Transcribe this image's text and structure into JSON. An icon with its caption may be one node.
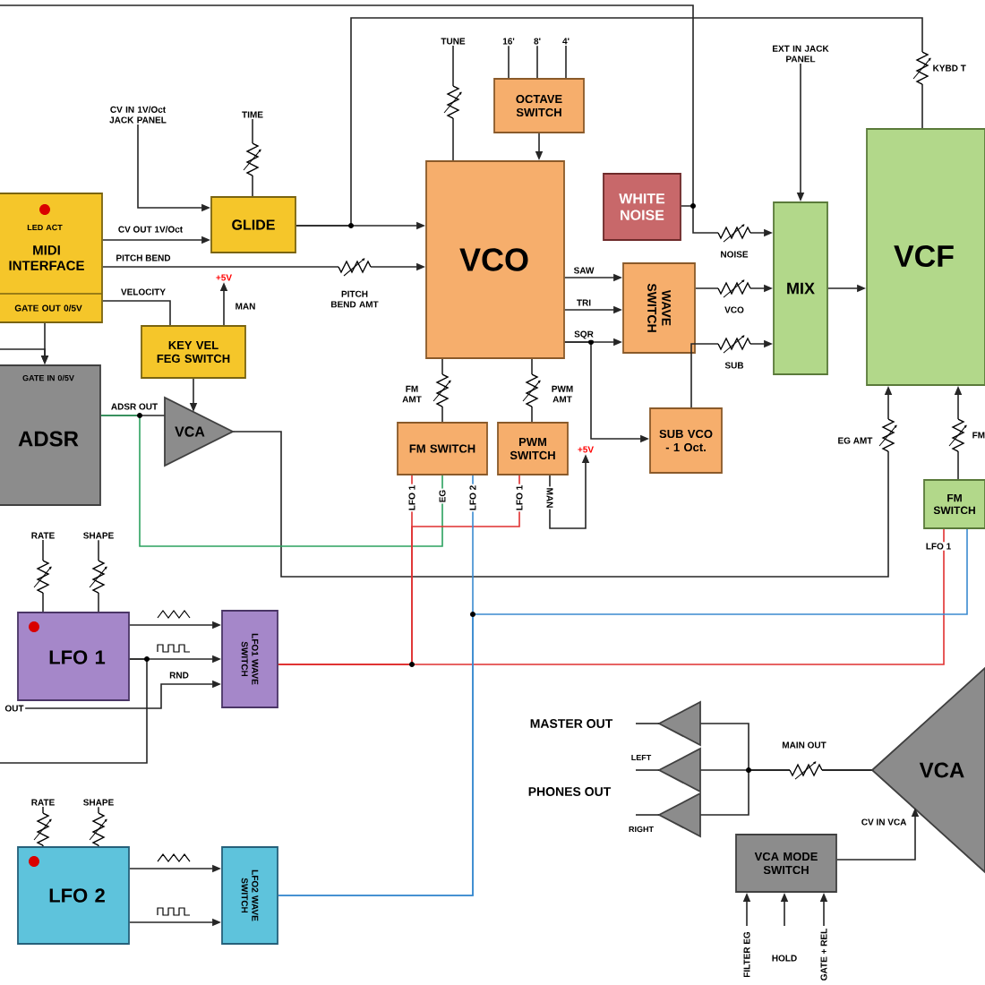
{
  "diagram": {
    "nodes": [
      {
        "text": [
          "LED ACT",
          "MIDI INTERFACE",
          "GATE OUT 0/5V"
        ]
      },
      {
        "text": [
          "GLIDE"
        ]
      },
      {
        "text": [
          "VCO"
        ]
      },
      {
        "text": [
          "OCTAVE SWITCH"
        ]
      },
      {
        "text": [
          "WHITE NOISE"
        ]
      },
      {
        "text": [
          "WAVE SWITCH"
        ]
      },
      {
        "text": [
          "MIX"
        ]
      },
      {
        "text": [
          "VCF"
        ]
      },
      {
        "text": [
          "KEY VEL FEG SWITCH"
        ]
      },
      {
        "text": [
          "GATE IN 0/5V",
          "ADSR"
        ]
      },
      {
        "text": [
          "VCA"
        ]
      },
      {
        "text": [
          "FM SWITCH"
        ]
      },
      {
        "text": [
          "PWM SWITCH"
        ]
      },
      {
        "text": [
          "SUB VCO - 1 Oct."
        ]
      },
      {
        "text": [
          "FM SWITCH"
        ]
      },
      {
        "text": [
          "LFO 1"
        ]
      },
      {
        "text": [
          "LFO1 WAVE SWITCH"
        ]
      },
      {
        "text": [
          "LFO 2"
        ]
      },
      {
        "text": [
          "LFO2 WAVE SWITCH"
        ]
      },
      {
        "text": [
          "VCA"
        ]
      },
      {
        "text": [
          "VCA MODE SWITCH"
        ]
      },
      {
        "text": [],
        "shape": "triangle",
        "beside": [
          "MASTER OUT"
        ]
      },
      {
        "text": [],
        "shape": "triangle",
        "beside": [
          "LEFT"
        ]
      },
      {
        "text": [],
        "shape": "triangle",
        "beside": [
          "RIGHT"
        ]
      },
      {
        "text": [
          "CV IN 1V/Oct JACK PANEL"
        ]
      },
      {
        "text": [
          "EXT IN JACK PANEL"
        ]
      },
      {
        "text": [
          "+5V"
        ]
      },
      {
        "text": [
          "+5V"
        ]
      },
      {
        "text": [
          "OUT"
        ]
      },
      {
        "text": [
          "TUNE"
        ]
      },
      {
        "text": [
          "16'"
        ]
      },
      {
        "text": [
          "8'"
        ]
      },
      {
        "text": [
          "4'"
        ]
      },
      {
        "text": [
          "TIME"
        ]
      },
      {
        "text": [
          "RATE"
        ]
      },
      {
        "text": [
          "SHAPE"
        ]
      },
      {
        "text": [
          "RATE"
        ]
      },
      {
        "text": [
          "SHAPE"
        ]
      }
    ],
    "edges": [
      {
        "from": 24,
        "to": 1,
        "arrow": "to"
      },
      {
        "from": 0,
        "to": 1,
        "arrow": "to",
        "label": "CV OUT 1V/Oct"
      },
      {
        "from": 1,
        "to": 2,
        "arrow": "to"
      },
      {
        "from": 1,
        "to": 7,
        "arrow": "none"
      },
      {
        "from": 0,
        "to": 2,
        "arrow": "to",
        "label": "PITCH BEND"
      },
      {
        "from": 3,
        "to": 2,
        "arrow": "to"
      },
      {
        "from": 2,
        "to": 5,
        "arrow": "to",
        "label": "SAW"
      },
      {
        "from": 2,
        "to": 5,
        "arrow": "to",
        "label": "TRI"
      },
      {
        "from": 2,
        "to": 5,
        "arrow": "to",
        "label": "SQR"
      },
      {
        "from": 2,
        "to": 13,
        "arrow": "to"
      },
      {
        "from": 4,
        "to": 6,
        "arrow": "to",
        "label": "NOISE"
      },
      {
        "from": 5,
        "to": 6,
        "arrow": "to",
        "label": "VCO"
      },
      {
        "from": 13,
        "to": 6,
        "arrow": "to",
        "label": "SUB"
      },
      {
        "from": 25,
        "to": 6,
        "arrow": "to"
      },
      {
        "from": 6,
        "to": 7,
        "arrow": "to"
      },
      {
        "from": 10,
        "to": 7,
        "arrow": "to",
        "label": "EG AMT"
      },
      {
        "from": 14,
        "to": 7,
        "arrow": "to",
        "label": "FM"
      },
      {
        "from": 0,
        "to": 8,
        "arrow": "none",
        "label": "VELOCITY"
      },
      {
        "from": 8,
        "to": 26,
        "arrow": "to",
        "label": "MAN"
      },
      {
        "from": 0,
        "to": 9,
        "arrow": "to"
      },
      {
        "from": null,
        "to": 9,
        "arrow": "to"
      },
      {
        "from": 8,
        "to": 10,
        "arrow": "to"
      },
      {
        "from": 9,
        "to": 10,
        "arrow": "none",
        "label": "ADSR OUT"
      },
      {
        "from": 9,
        "to": 11,
        "arrow": "none",
        "label": "EG",
        "color": "#2ca25f"
      },
      {
        "from": 11,
        "to": 2,
        "arrow": "none",
        "label": "FM AMT"
      },
      {
        "from": 12,
        "to": 2,
        "arrow": "none",
        "label": "PWM AMT"
      },
      {
        "from": 12,
        "to": 27,
        "arrow": "to",
        "label": "MAN"
      },
      {
        "from": 16,
        "to": 11,
        "arrow": "none",
        "label": "LFO 1",
        "color": "#e03131"
      },
      {
        "from": 16,
        "to": 12,
        "arrow": "none",
        "label": "LFO 1",
        "color": "#e03131"
      },
      {
        "from": 16,
        "to": 14,
        "arrow": "none",
        "label": "LFO 1",
        "color": "#e03131"
      },
      {
        "from": 18,
        "to": 11,
        "arrow": "none",
        "label": "LFO 2",
        "color": "#3b8bd0"
      },
      {
        "from": 18,
        "to": 14,
        "arrow": "none",
        "color": "#3b8bd0"
      },
      {
        "from": 15,
        "to": 16,
        "arrow": "to"
      },
      {
        "from": 15,
        "to": 16,
        "arrow": "to"
      },
      {
        "from": 28,
        "to": 16,
        "arrow": "to",
        "label": "RND"
      },
      {
        "from": 15,
        "to": null,
        "arrow": "none"
      },
      {
        "from": 17,
        "to": 18,
        "arrow": "to"
      },
      {
        "from": 17,
        "to": 18,
        "arrow": "to"
      },
      {
        "from": 19,
        "to": 21,
        "arrow": "none"
      },
      {
        "from": 19,
        "to": 22,
        "arrow": "none"
      },
      {
        "from": 19,
        "to": 23,
        "arrow": "none"
      },
      {
        "from": 20,
        "to": 19,
        "arrow": "to",
        "label": "CV IN VCA"
      },
      {
        "from": null,
        "to": 20,
        "arrow": "to",
        "label": "FILTER EG"
      },
      {
        "from": null,
        "to": 20,
        "arrow": "to",
        "label": "HOLD"
      },
      {
        "from": null,
        "to": 20,
        "arrow": "to",
        "label": "GATE + REL"
      },
      {
        "from": 29,
        "to": 2,
        "arrow": "none"
      },
      {
        "from": 30,
        "to": 3,
        "arrow": "none"
      },
      {
        "from": 31,
        "to": 3,
        "arrow": "none"
      },
      {
        "from": 32,
        "to": 3,
        "arrow": "none"
      },
      {
        "from": 33,
        "to": 1,
        "arrow": "none"
      },
      {
        "from": 34,
        "to": 15,
        "arrow": "none"
      },
      {
        "from": 35,
        "to": 15,
        "arrow": "none"
      },
      {
        "from": 36,
        "to": 17,
        "arrow": "none"
      },
      {
        "from": 37,
        "to": 17,
        "arrow": "none"
      }
    ],
    "labels": [
      "KYBD T",
      "PITCH BEND AMT",
      "MAIN OUT",
      "PHONES OUT"
    ]
  }
}
